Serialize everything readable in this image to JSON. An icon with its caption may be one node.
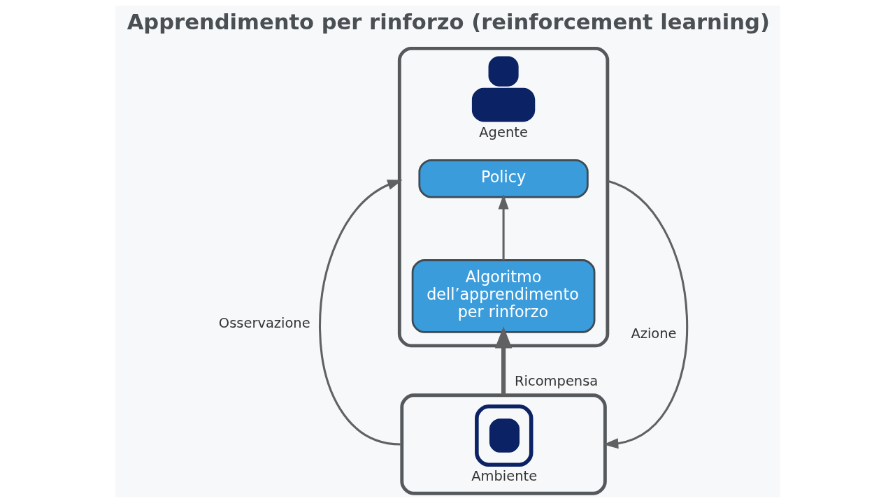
{
  "diagram": {
    "title": "Apprendimento per rinforzo (reinforcement learning)",
    "nodes": [
      {
        "text": [
          "Agente"
        ]
      },
      {
        "text": [
          "Policy"
        ],
        "in": 0
      },
      {
        "text": [
          "Algoritmo dell’apprendimento per rinforzo"
        ],
        "in": 0
      },
      {
        "text": [
          "Ambiente"
        ]
      }
    ],
    "edges": [
      {
        "from": 2,
        "to": 1,
        "arrow": "to"
      },
      {
        "from": 3,
        "to": 2,
        "arrow": "to",
        "label": "Ricompensa",
        "style": "thick"
      },
      {
        "from": 3,
        "to": 0,
        "arrow": "to",
        "label": "Osservazione"
      },
      {
        "from": 0,
        "to": 3,
        "arrow": "to",
        "label": "Azione"
      }
    ]
  }
}
